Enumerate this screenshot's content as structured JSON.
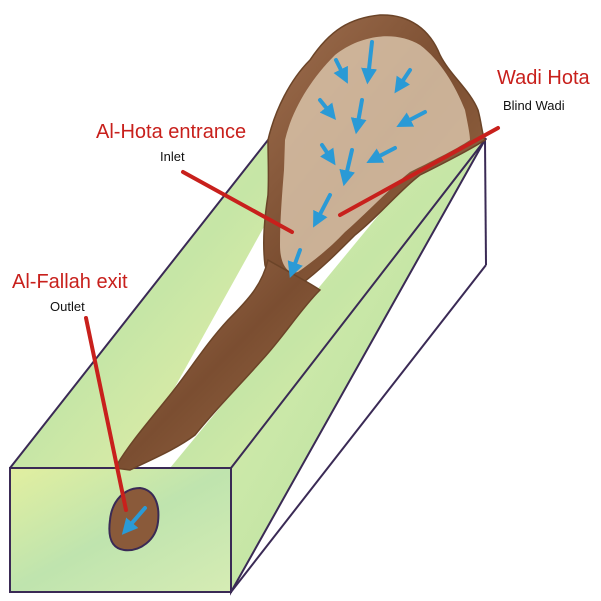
{
  "labels": {
    "wadi_hota": {
      "title": "Wadi Hota",
      "subtitle": "Blind Wadi"
    },
    "entrance": {
      "title": "Al-Hota entrance",
      "subtitle": "Inlet"
    },
    "exit": {
      "title": "Al-Fallah exit",
      "subtitle": "Outlet"
    }
  },
  "colors": {
    "label_red": "#c8201c",
    "label_black": "#111111",
    "block_outline": "#3a2a55",
    "green_fill": "#cfe8a8",
    "yellow_fill": "#eef0a0",
    "cave_brown": "#8a5a3a",
    "cave_light": "#c9ab8d",
    "arrow_blue": "#2a9ad6",
    "pointer_red": "#c8201c"
  },
  "icons": {
    "flow_arrow": "arrow-down-icon"
  }
}
